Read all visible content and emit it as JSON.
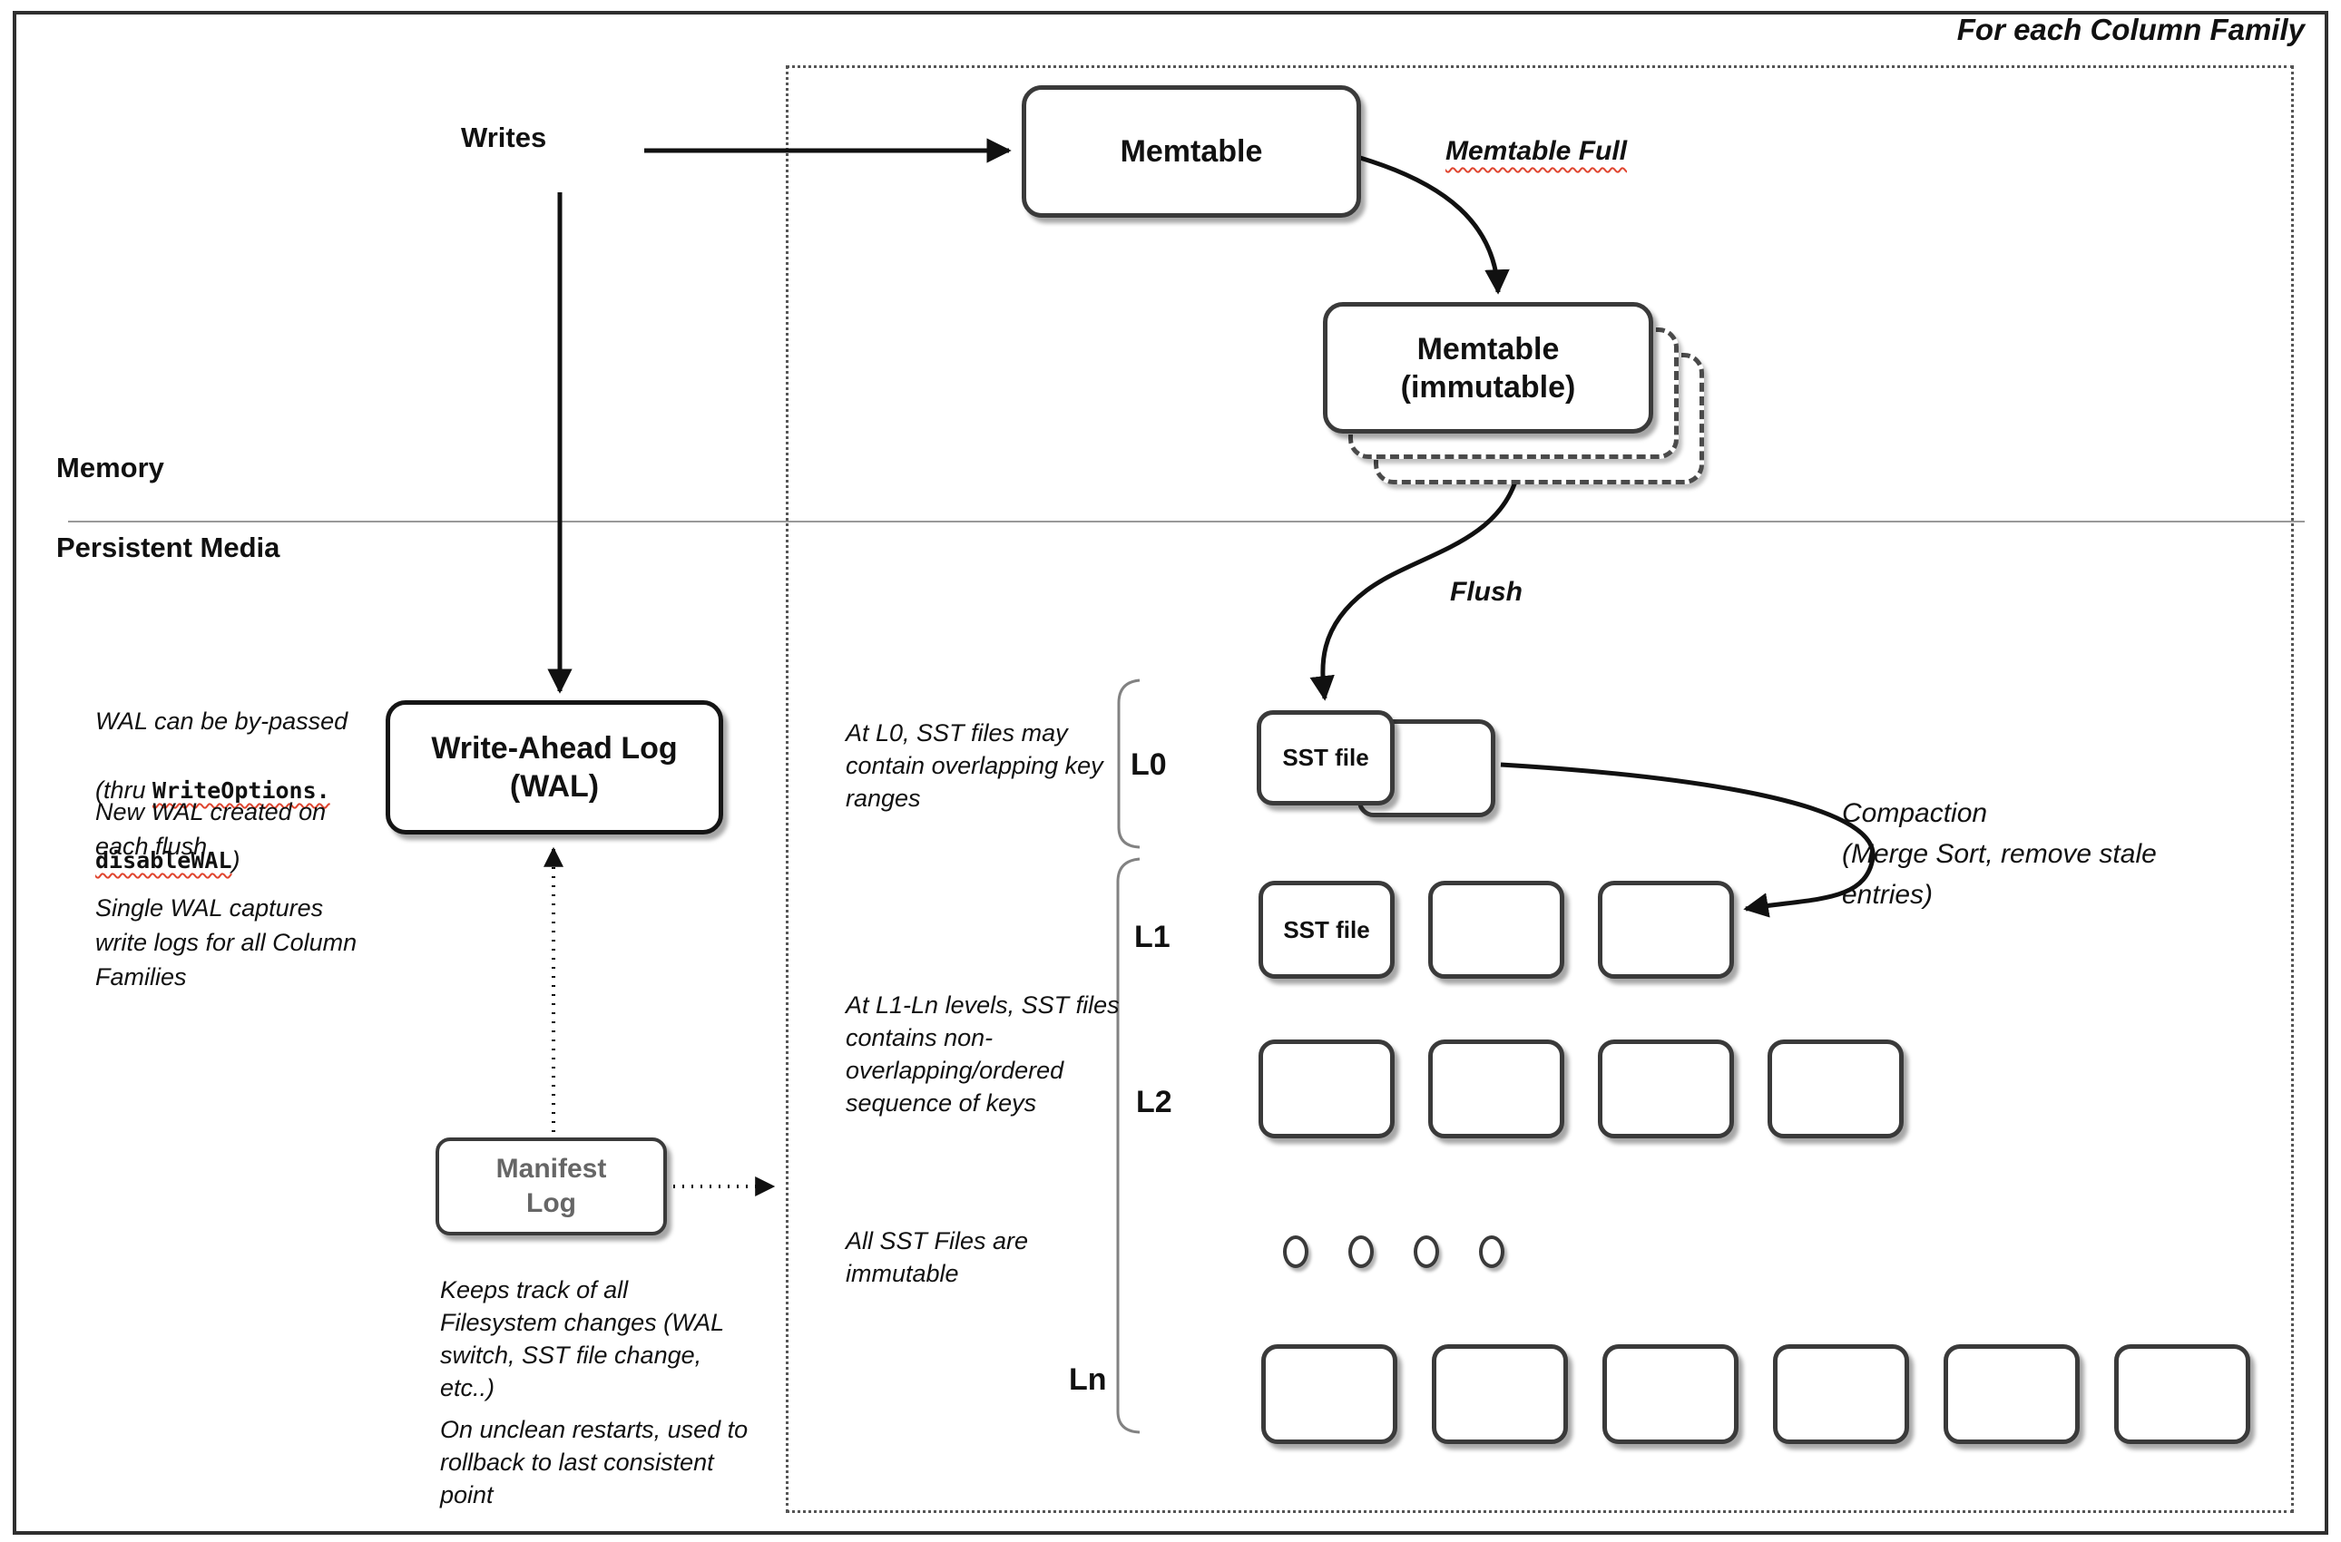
{
  "frame": {
    "title": "For each Column Family"
  },
  "regions": {
    "memory": "Memory",
    "persistent_media": "Persistent Media"
  },
  "flow": {
    "writes": "Writes",
    "memtable_full": "Memtable Full",
    "flush": "Flush"
  },
  "boxes": {
    "memtable": "Memtable",
    "immutable_line1": "Memtable",
    "immutable_line2": "(immutable)",
    "wal_line1": "Write-Ahead Log",
    "wal_line2": "(WAL)",
    "manifest_line1": "Manifest",
    "manifest_line2": "Log",
    "sst_file": "SST file"
  },
  "levels": {
    "l0": "L0",
    "l1": "L1",
    "l2": "L2",
    "ln": "Ln"
  },
  "notes": {
    "wal_bypass_line1": "WAL can be by-passed",
    "wal_bypass_thru": "(thru ",
    "wal_bypass_mono1": "WriteOptions.",
    "wal_bypass_mono2": "disableWAL",
    "wal_bypass_close": ")",
    "wal_new": "New WAL created on\neach flush",
    "wal_single": "Single WAL captures\nwrite logs for all Column\nFamilies",
    "l0": "At L0, SST files may\ncontain overlapping key\nranges",
    "l1": "At L1-Ln levels, SST files\ncontains non-\noverlapping/ordered\nsequence of keys",
    "sst_immutable": "All SST Files are\nimmutable",
    "manifest_keeps": "Keeps track of all\nFilesystem changes (WAL\nswitch, SST file change,\netc..)",
    "manifest_restart": "On unclean restarts, used to\nrollback to last consistent\npoint",
    "compaction": "Compaction\n(Merge Sort, remove stale\nentries)"
  },
  "colors": {
    "line": "#111111",
    "box_border": "#3a3a3a",
    "manifest_text": "#666666",
    "squiggle_red": "#e0452f",
    "bracket_gray": "#828282",
    "divider_gray": "#999999"
  }
}
